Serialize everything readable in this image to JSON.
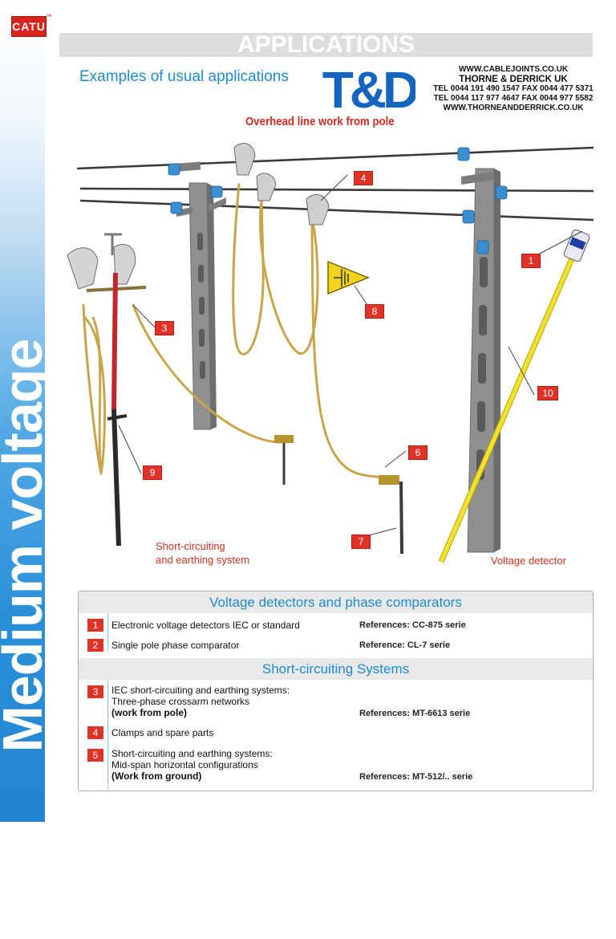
{
  "brand": {
    "logo_text": "CATU",
    "logo_tm": "™"
  },
  "sidebar": {
    "title": "Medium voltage"
  },
  "header": {
    "title": "APPLICATIONS",
    "subtitle": "Examples of usual applications"
  },
  "contact": {
    "website": "WWW.CABLEJOINTS.CO.UK",
    "company": "THORNE & DERRICK UK",
    "tel1": "TEL 0044 191 490 1547  FAX 0044 477 5371",
    "tel2": "TEL 0044 117 977 4647  FAX 0044 977 5582",
    "website2": "WWW.THORNEANDDERRICK.CO.UK"
  },
  "td_logo_text": "T&D",
  "illustration": {
    "caption": "Overhead line work from pole",
    "callouts": [
      "1",
      "3",
      "4",
      "6",
      "7",
      "8",
      "9",
      "10"
    ],
    "caption_left_line1": "Short-circuiting",
    "caption_left_line2": "and earthing system",
    "caption_right": "Voltage detector"
  },
  "table": {
    "sections": [
      {
        "title": "Voltage detectors and phase comparators",
        "rows": [
          {
            "num": "1",
            "text": "Electronic voltage detectors IEC or standard",
            "ref": "References: CC-875 serie"
          },
          {
            "num": "2",
            "text": "Single pole phase comparator",
            "ref": "Reference: CL-7 serie"
          }
        ]
      },
      {
        "title": "Short-circuiting Systems",
        "rows": [
          {
            "num": "3",
            "line1": "IEC short-circuiting  and earthing systems:",
            "line2": "Three-phase crossarm networks",
            "line3": "(work from pole)",
            "ref": "References: MT-6613 serie"
          },
          {
            "num": "4",
            "text": "Clamps and spare parts",
            "ref": ""
          },
          {
            "num": "5",
            "line1": "Short-circuiting and earthing systems:",
            "line2": "Mid-span horizontal configurations",
            "line3": "(Work from ground)",
            "ref": "References: MT-512/.. serie"
          }
        ]
      }
    ]
  },
  "colors": {
    "accent_blue": "#1e8bcf",
    "callout_red": "#e03226",
    "caption_red": "#d12a1e"
  }
}
